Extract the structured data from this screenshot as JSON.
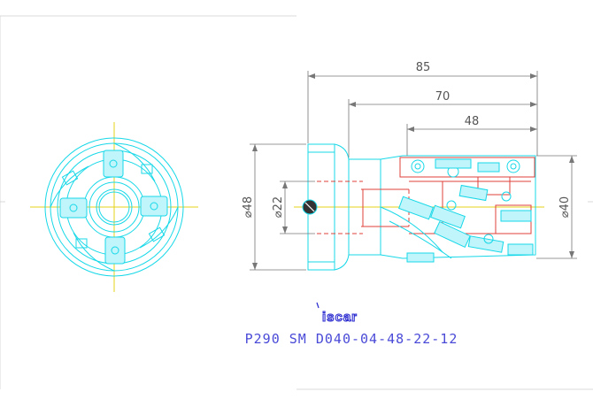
{
  "drawing": {
    "dimensions": {
      "overall_length": "85",
      "mid_length": "70",
      "short_length": "48",
      "body_diameter": "⌀48",
      "bore_diameter": "⌀22",
      "cutting_diameter": "⌀40"
    },
    "brand": "iscar",
    "part_number": "P290 SM D040-04-48-22-12",
    "colors": {
      "geometry": "#17d8e8",
      "hidden_lines": "#e0403a",
      "centerlines": "#e6d21a",
      "dimension_lines": "#777777",
      "part_text": "#4a4ad8"
    }
  }
}
